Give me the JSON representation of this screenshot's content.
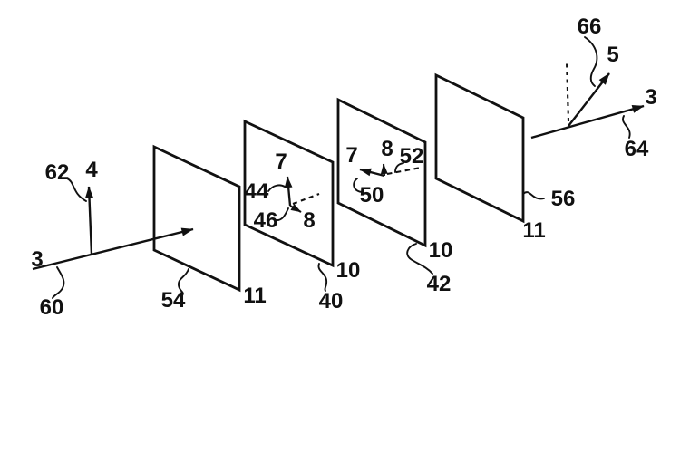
{
  "figure": {
    "kind": "patent-optical-diagram",
    "colors": {
      "line": "#111111",
      "background": "#ffffff"
    },
    "labels": {
      "l62": "62",
      "l4": "4",
      "l3_left": "3",
      "l60": "60",
      "l54": "54",
      "l11_a": "11",
      "l44": "44",
      "l7_b": "7",
      "l46": "46",
      "l8_b": "8",
      "l40": "40",
      "l10_b": "10",
      "l7_c": "7",
      "l8_c": "8",
      "l52": "52",
      "l50": "50",
      "l42": "42",
      "l10_c": "10",
      "l56": "56",
      "l11_d": "11",
      "l66": "66",
      "l5": "5",
      "l3_right": "3",
      "l64": "64"
    }
  }
}
